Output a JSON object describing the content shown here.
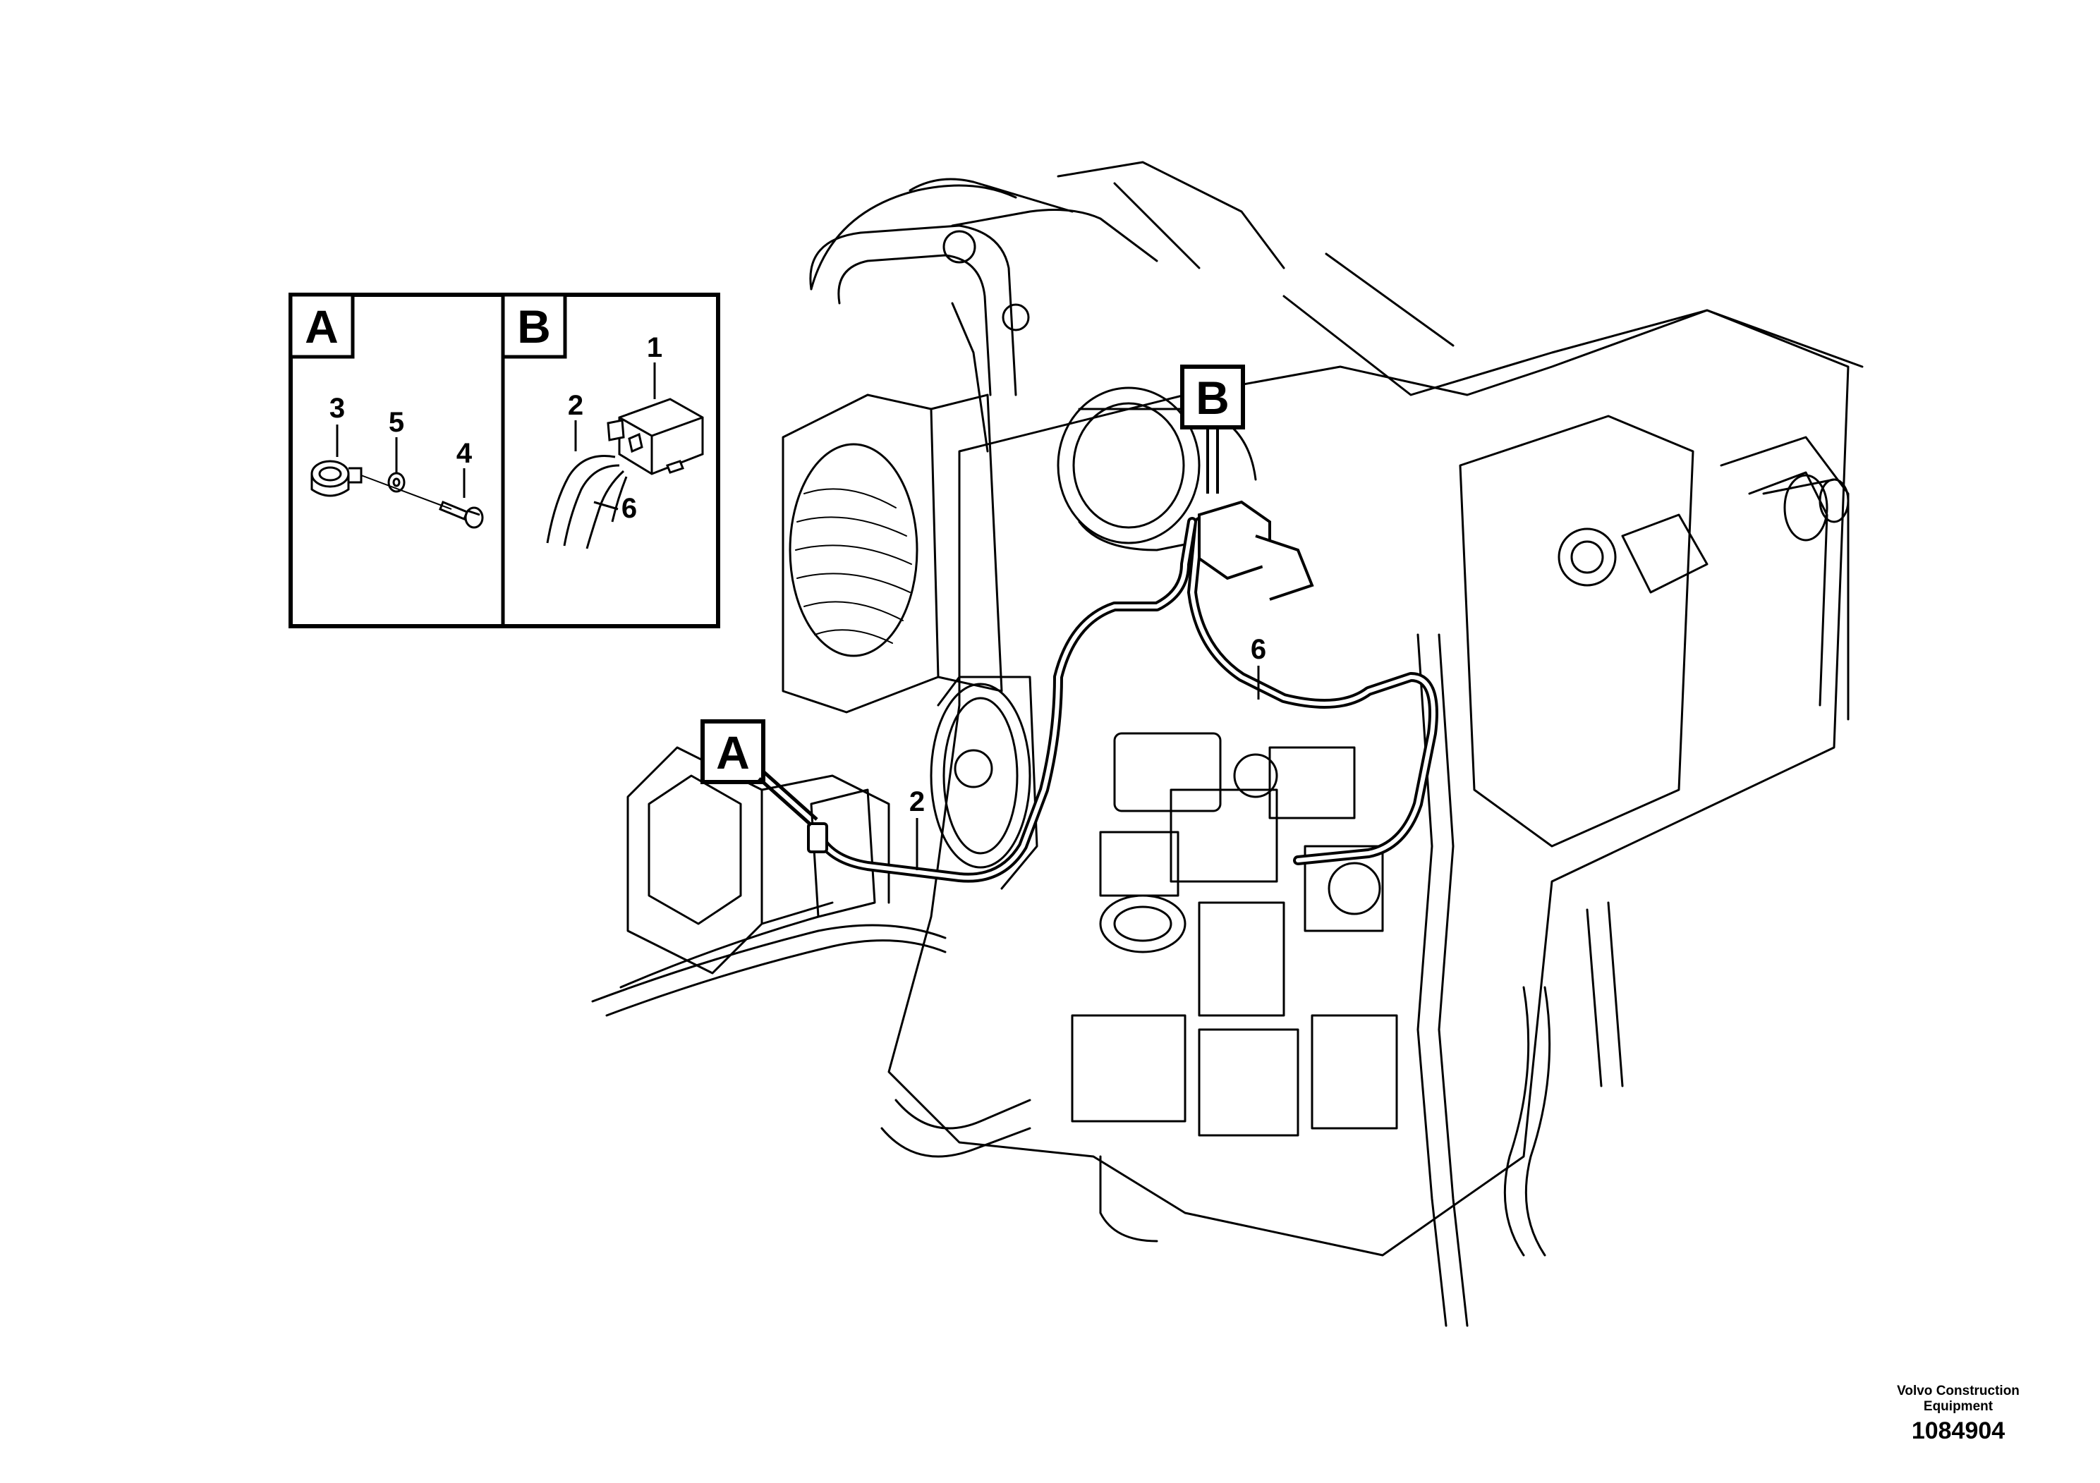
{
  "detail_panels": {
    "a": {
      "letter": "A",
      "callouts": [
        "3",
        "5",
        "4"
      ]
    },
    "b": {
      "letter": "B",
      "callouts": [
        "1",
        "2",
        "6"
      ]
    }
  },
  "main_view": {
    "box_a_letter": "A",
    "box_b_letter": "B",
    "callouts": [
      "6",
      "2"
    ]
  },
  "footer": {
    "company_line1": "Volvo Construction",
    "company_line2": "Equipment",
    "drawing_number": "1084904"
  }
}
